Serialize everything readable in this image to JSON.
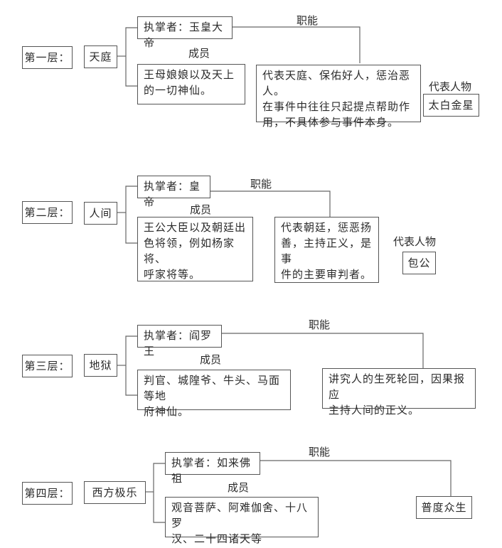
{
  "layers": [
    {
      "label": "第一层：",
      "realm": "天庭",
      "ruler": "执掌者：玉皇大帝",
      "members_heading": "成员",
      "members": "王母娘娘以及天上\n的一切神仙。",
      "function_heading": "职能",
      "function": "代表天庭、保佑好人，惩治恶人。\n在事件中往往只起提点帮助作\n用，不具体参与事件本身。",
      "representative_heading": "代表人物",
      "representative": "太白金星"
    },
    {
      "label": "第二层：",
      "realm": "人间",
      "ruler": "执掌者：皇帝",
      "members_heading": "成员",
      "members": "王公大臣以及朝廷出\n色将领，例如杨家将、\n呼家将等。",
      "function_heading": "职能",
      "function": "代表朝廷，惩恶扬\n善，主持正义，是事\n件的主要审判者。",
      "representative_heading": "代表人物",
      "representative": "包公"
    },
    {
      "label": "第三层：",
      "realm": "地狱",
      "ruler": "执掌者：阎罗王",
      "members_heading": "成员",
      "members": "判官、城隍爷、牛头、马面等地\n府神仙。",
      "function_heading": "职能",
      "function": "讲究人的生死轮回，因果报应\n主持人间的正义。"
    },
    {
      "label": "第四层：",
      "realm": "西方极乐",
      "ruler": "执掌者：如来佛祖",
      "members_heading": "成员",
      "members": "观音菩萨、阿难伽舍、十八罗\n汉、二十四诸天等",
      "function_heading": "职能",
      "function": "普度众生"
    }
  ]
}
